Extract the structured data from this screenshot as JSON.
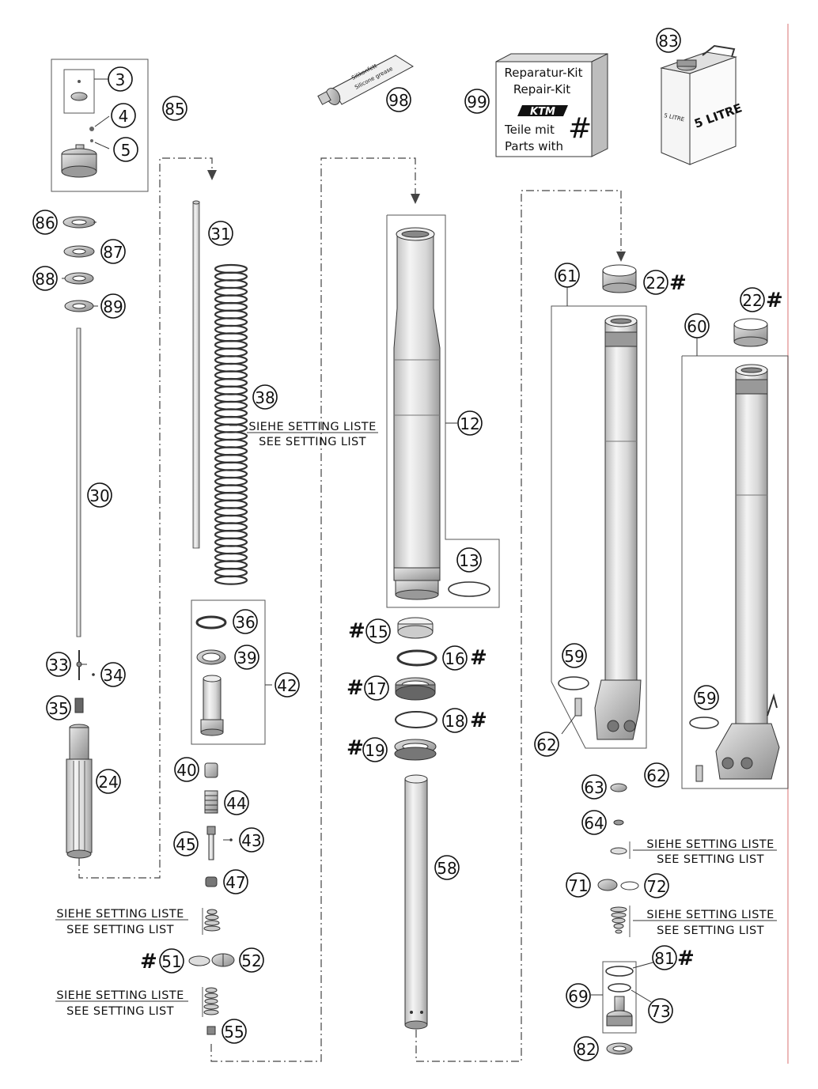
{
  "callouts": {
    "n3": "3",
    "n4": "4",
    "n5": "5",
    "n85": "85",
    "n86": "86",
    "n87": "87",
    "n88": "88",
    "n89": "89",
    "n30": "30",
    "n31": "31",
    "n38": "38",
    "n33": "33",
    "n34": "34",
    "n35": "35",
    "n24": "24",
    "n36": "36",
    "n39": "39",
    "n42": "42",
    "n40": "40",
    "n44": "44",
    "n45": "45",
    "n43": "43",
    "n47": "47",
    "n51": "51",
    "n52": "52",
    "n55": "55",
    "n98": "98",
    "n99": "99",
    "n83": "83",
    "n12": "12",
    "n13": "13",
    "n15": "15",
    "n16": "16",
    "n17": "17",
    "n18": "18",
    "n19": "19",
    "n58": "58",
    "n61": "61",
    "n22a": "22",
    "n22b": "22",
    "n60": "60",
    "n59a": "59",
    "n59b": "59",
    "n62a": "62",
    "n62b": "62",
    "n63": "63",
    "n64": "64",
    "n71": "71",
    "n72": "72",
    "n81": "81",
    "n69": "69",
    "n73": "73",
    "n82": "82"
  },
  "hash_symbol": "#",
  "notes": {
    "de": "SIEHE SETTING LISTE",
    "en": "SEE SETTING LIST"
  },
  "repair_kit": {
    "line1": "Reparatur-Kit",
    "line2": "Repair-Kit",
    "brand": "KTM",
    "line3": "Teile mit",
    "line4": "Parts with",
    "symbol": "#"
  },
  "silicone_tube": {
    "line1": "Silikonfett",
    "line2": "Silicone grease"
  },
  "oil_can": {
    "label": "5 LITRE",
    "label_side": "5 LITRE"
  }
}
